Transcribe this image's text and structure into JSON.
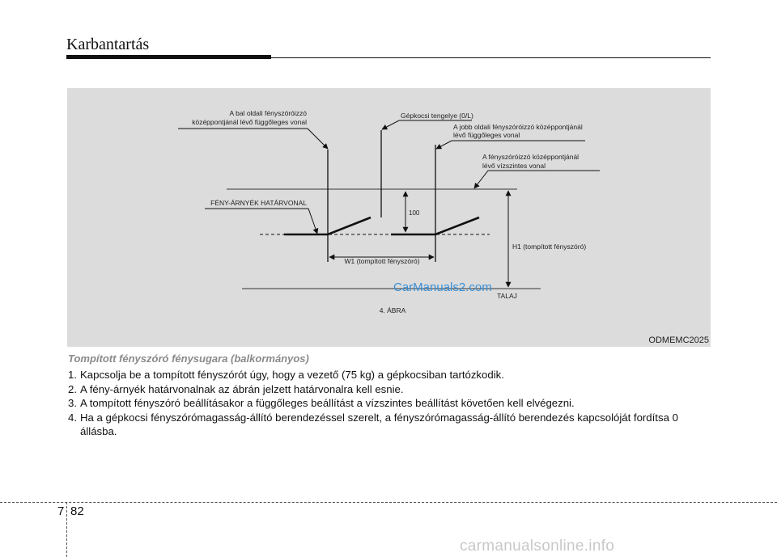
{
  "header": {
    "title": "Karbantartás"
  },
  "figure": {
    "labels": {
      "left_vertical": [
        "A bal oldali fényszóróizzó",
        "középpontjánál lévő függőleges vonal"
      ],
      "axle": "Gépkocsi tengelye (0/L)",
      "right_vertical": [
        "A jobb oldali fényszóróizzó középpontjánál",
        "lévő függőleges vonal"
      ],
      "horizontal": [
        "A fényszóróizzó középpontjánál",
        "lévő vízszintes vonal"
      ],
      "cutoff": "FÉNY-ÁRNYÉK HATÁRVONAL",
      "measure_100": "100",
      "w1": "W1 (tompított fényszóró)",
      "h1": "H1 (tompított fényszóró)",
      "ground": "TALAJ",
      "figure_caption": "4. ÁBRA",
      "overlay_watermark": "CarManuals2.com"
    },
    "code": "ODMEMC2025"
  },
  "section_title": "Tompított fényszóró fénysugara (balkormányos)",
  "steps": [
    {
      "num": "1.",
      "text": "Kapcsolja be a tompított fényszórót úgy, hogy a vezető (75 kg) a gépkocsiban tartózkodik."
    },
    {
      "num": "2.",
      "text": "A fény-árnyék határvonalnak az ábrán jelzett határvonalra kell esnie."
    },
    {
      "num": "3.",
      "text": "A tompított fényszóró beállításakor a függőleges beállítást a vízszintes beállítást követően kell elvégezni."
    },
    {
      "num": "4.",
      "text": "Ha a gépkocsi fényszórómagasság-állító berendezéssel szerelt, a fényszórómagasság-állító berendezés kapcsolóját fordítsa 0 állásba."
    }
  ],
  "footer": {
    "chapter": "7",
    "page": "82"
  },
  "page_watermark": "carmanualsonline.info",
  "colors": {
    "figure_bg": "#dcdcdc",
    "section_title": "#8a8a8a",
    "overlay_watermark": "#3a8fd6"
  }
}
